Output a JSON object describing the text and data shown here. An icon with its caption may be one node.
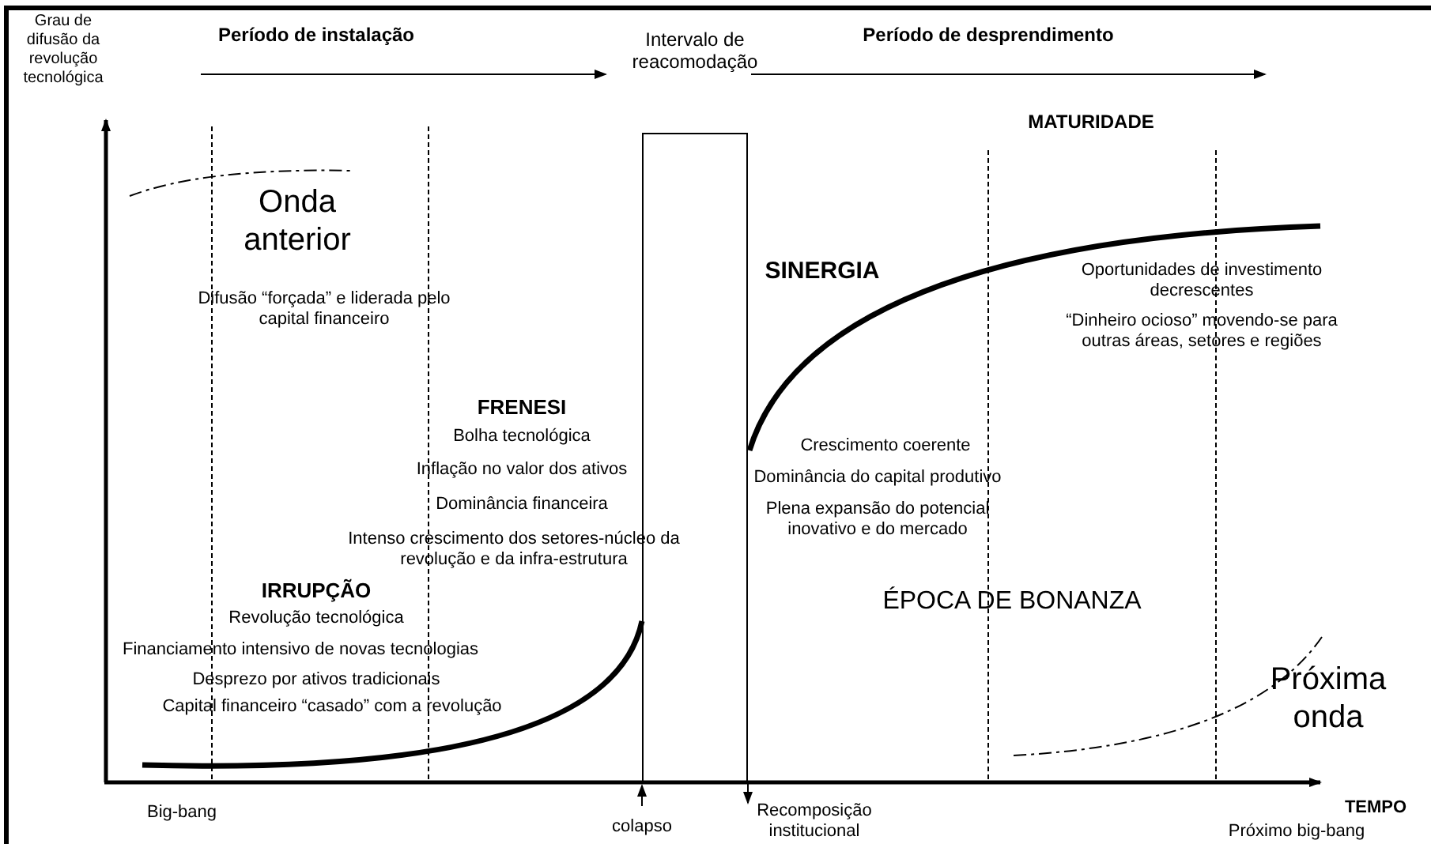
{
  "diagram": {
    "nodes": [
      {
        "text": [
          "Intervalo de reacomodação"
        ]
      }
    ],
    "labels": [
      "Grau de difusão da revolução tecnológica",
      "Período de instalação",
      "Período de desprendimento",
      "MATURIDADE",
      "Onda anterior",
      "SINERGIA",
      "Difusão “forçada” e liderada pelo capital financeiro",
      "Oportunidades de investimento decrescentes",
      "“Dinheiro ocioso” movendo-se para outras áreas, setores e regiões",
      "FRENESI",
      "Bolha tecnológica",
      "Crescimento coerente",
      "Inflação no valor dos ativos",
      "Dominância do capital produtivo",
      "Dominância financeira",
      "Plena expansão do potencial inovativo e do mercado",
      "Intenso crescimento dos setores-núcleo da revolução e da infra-estrutura",
      "IRRUPÇÃO",
      "ÉPOCA DE BONANZA",
      "Revolução tecnológica",
      "Financiamento intensivo de novas tecnologias",
      "Desprezo por ativos tradicionais",
      "Próxima onda",
      "Capital financeiro “casado” com a revolução",
      "Big-bang",
      "colapso",
      "Recomposição institucional",
      "TEMPO",
      "Próximo big-bang"
    ]
  }
}
